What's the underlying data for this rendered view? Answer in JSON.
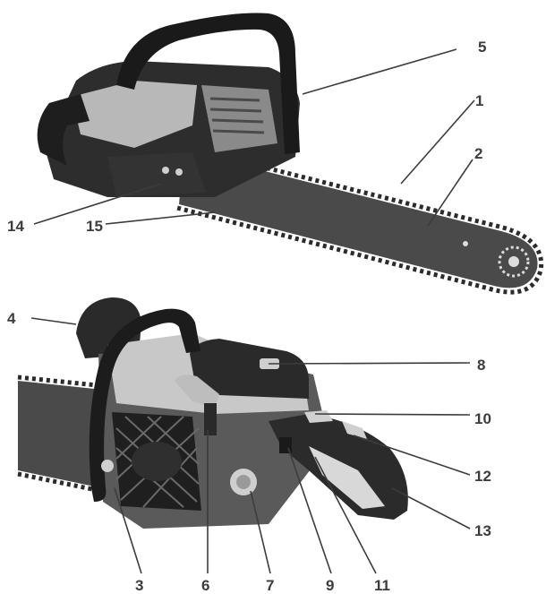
{
  "figure": {
    "top_view_callouts": [
      "1",
      "2",
      "5",
      "14",
      "15"
    ],
    "bottom_view_callouts": [
      "3",
      "4",
      "6",
      "7",
      "8",
      "9",
      "10",
      "11",
      "12",
      "13"
    ]
  },
  "callouts": {
    "c1": "1",
    "c2": "2",
    "c3": "3",
    "c4": "4",
    "c5": "5",
    "c6": "6",
    "c7": "7",
    "c8": "8",
    "c9": "9",
    "c10": "10",
    "c11": "11",
    "c12": "12",
    "c13": "13",
    "c14": "14",
    "c15": "15"
  },
  "colors": {
    "line": "#3c3c3c",
    "body_dark": "#2d2d2d",
    "body_mid": "#5a5a5a",
    "body_light": "#b8b8b8",
    "bar": "#4a4a4a"
  }
}
